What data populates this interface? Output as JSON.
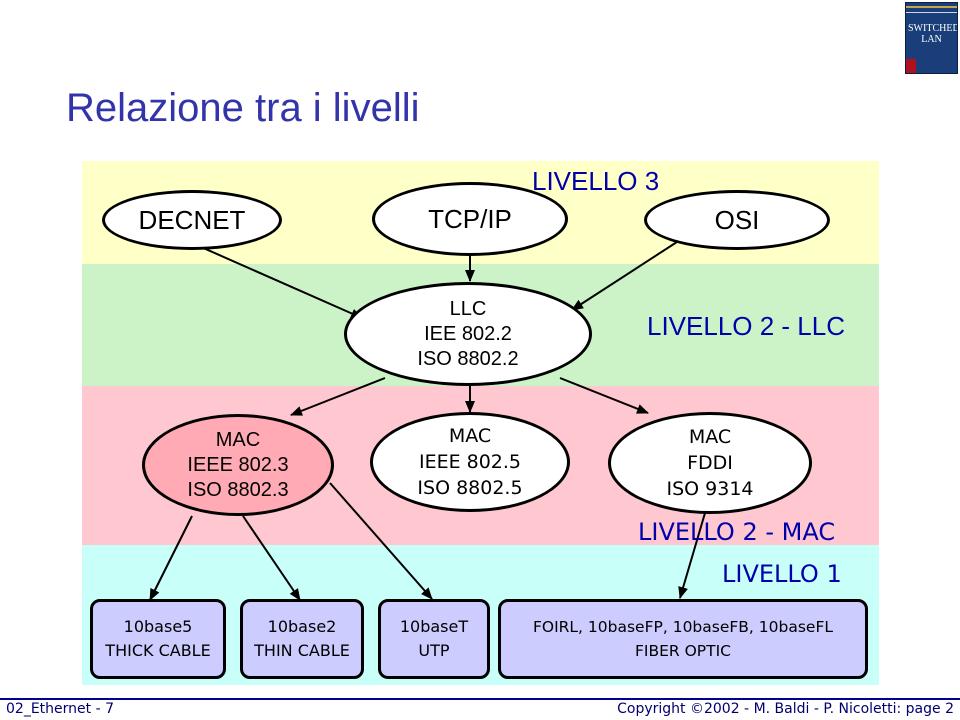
{
  "title": "Relazione tra i livelli",
  "levels": {
    "livello3": "LIVELLO 3",
    "livello2_llc": "LIVELLO 2 - LLC",
    "livello2_mac": "LIVELLO 2 - MAC",
    "livello1": "LIVELLO 1"
  },
  "level3_nodes": {
    "decnet": "DECNET",
    "tcpip": "TCP/IP",
    "osi": "OSI"
  },
  "llc_node": [
    "LLC",
    "IEE 802.2",
    "ISO 8802.2"
  ],
  "mac_nodes": [
    [
      "MAC",
      "IEEE 802.3",
      "ISO 8802.3"
    ],
    [
      "MAC",
      "IEEE 802.5",
      "ISO 8802.5"
    ],
    [
      "MAC",
      "FDDI",
      "ISO 9314"
    ]
  ],
  "phy_boxes": [
    [
      "10base5",
      "THICK CABLE"
    ],
    [
      "10base2",
      "THIN CABLE"
    ],
    [
      "10baseT",
      "UTP"
    ],
    [
      "FOIRL, 10baseFP, 10baseFB, 10baseFL",
      "FIBER OPTIC"
    ]
  ],
  "footer": {
    "left": "02_Ethernet - 7",
    "right": "Copyright ©2002 - M. Baldi - P. Nicoletti: page 2"
  },
  "book_logo": "SWITCHED LAN",
  "colors": {
    "title": "#3333aa",
    "level_label": "#0000aa",
    "band_level3": "#ffffc8",
    "band_llc": "#ccf2c8",
    "band_mac": "#ffc8d0",
    "band_level1": "#c8fff8",
    "mac_8023_fill": "#ffaab4",
    "phy_box_fill": "#ccccff",
    "footer": "#00008b"
  }
}
